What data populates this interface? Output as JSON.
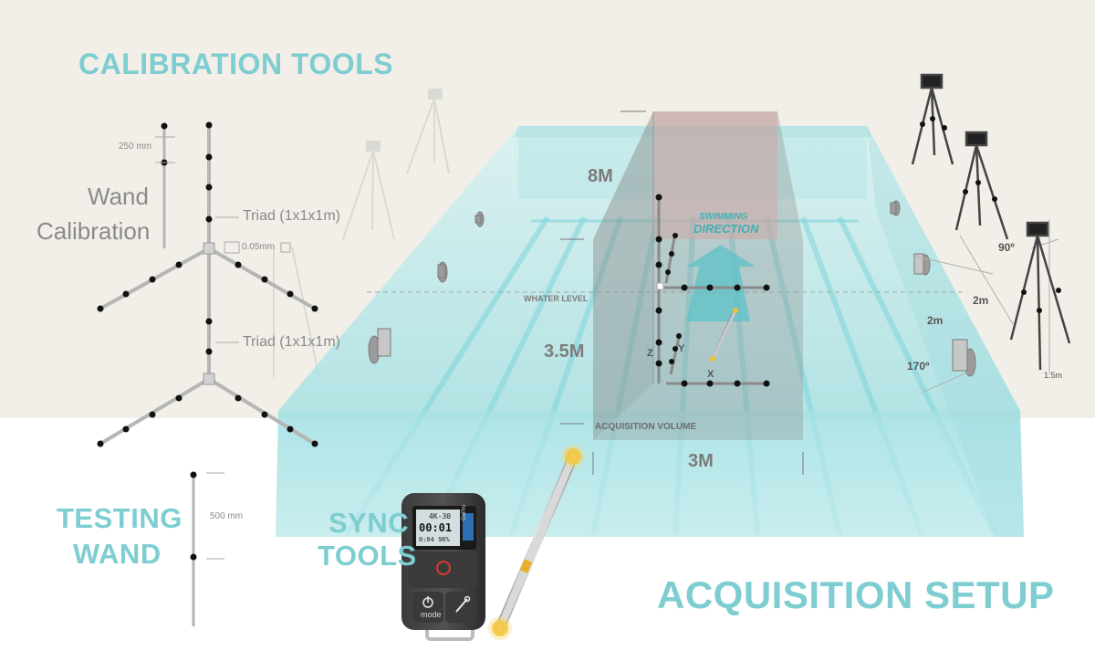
{
  "titles": {
    "calibration_tools": "CALIBRATION TOOLS",
    "testing_wand_line1": "TESTING",
    "testing_wand_line2": "WAND",
    "sync_tools_line1": "SYNC",
    "sync_tools_line2": "TOOLS",
    "acquisition_setup": "ACQUISITION SETUP"
  },
  "calibration": {
    "wand_label_line1": "Wand",
    "wand_label_line2": "Calibration",
    "wand_spacing": "250 mm",
    "triad_top": "Triad (1x1x1m)",
    "triad_bottom": "Triad (1x1x1m)",
    "marker_size": "0.05mm",
    "testing_wand_spacing": "500 mm"
  },
  "pool": {
    "length": "8M",
    "depth": "3.5M",
    "width": "3M",
    "water_level": "WHATER LEVEL",
    "acquisition_volume": "ACQUISITION VOLUME",
    "swimming_direction_line1": "SWIMMING",
    "swimming_direction_line2": "DIRECTION",
    "axis_x": "X",
    "axis_y": "Y",
    "axis_z": "Z"
  },
  "cameras": {
    "angle_top": "90º",
    "spacing_1": "2m",
    "spacing_2": "2m",
    "angle_bottom": "170º",
    "height": "1.5m"
  },
  "remote": {
    "screen_top": "4K-30",
    "screen_time": "00:01",
    "screen_bottom": "0:04 96%",
    "brand": "GoPro",
    "mode_label": "mode"
  },
  "colors": {
    "accent": "#7ecdd0",
    "water": "#bfe8ea",
    "background": "#f1efe7",
    "volume": "#8f8f8f",
    "marker": "#111111",
    "wand_tip": "#f2c230"
  }
}
